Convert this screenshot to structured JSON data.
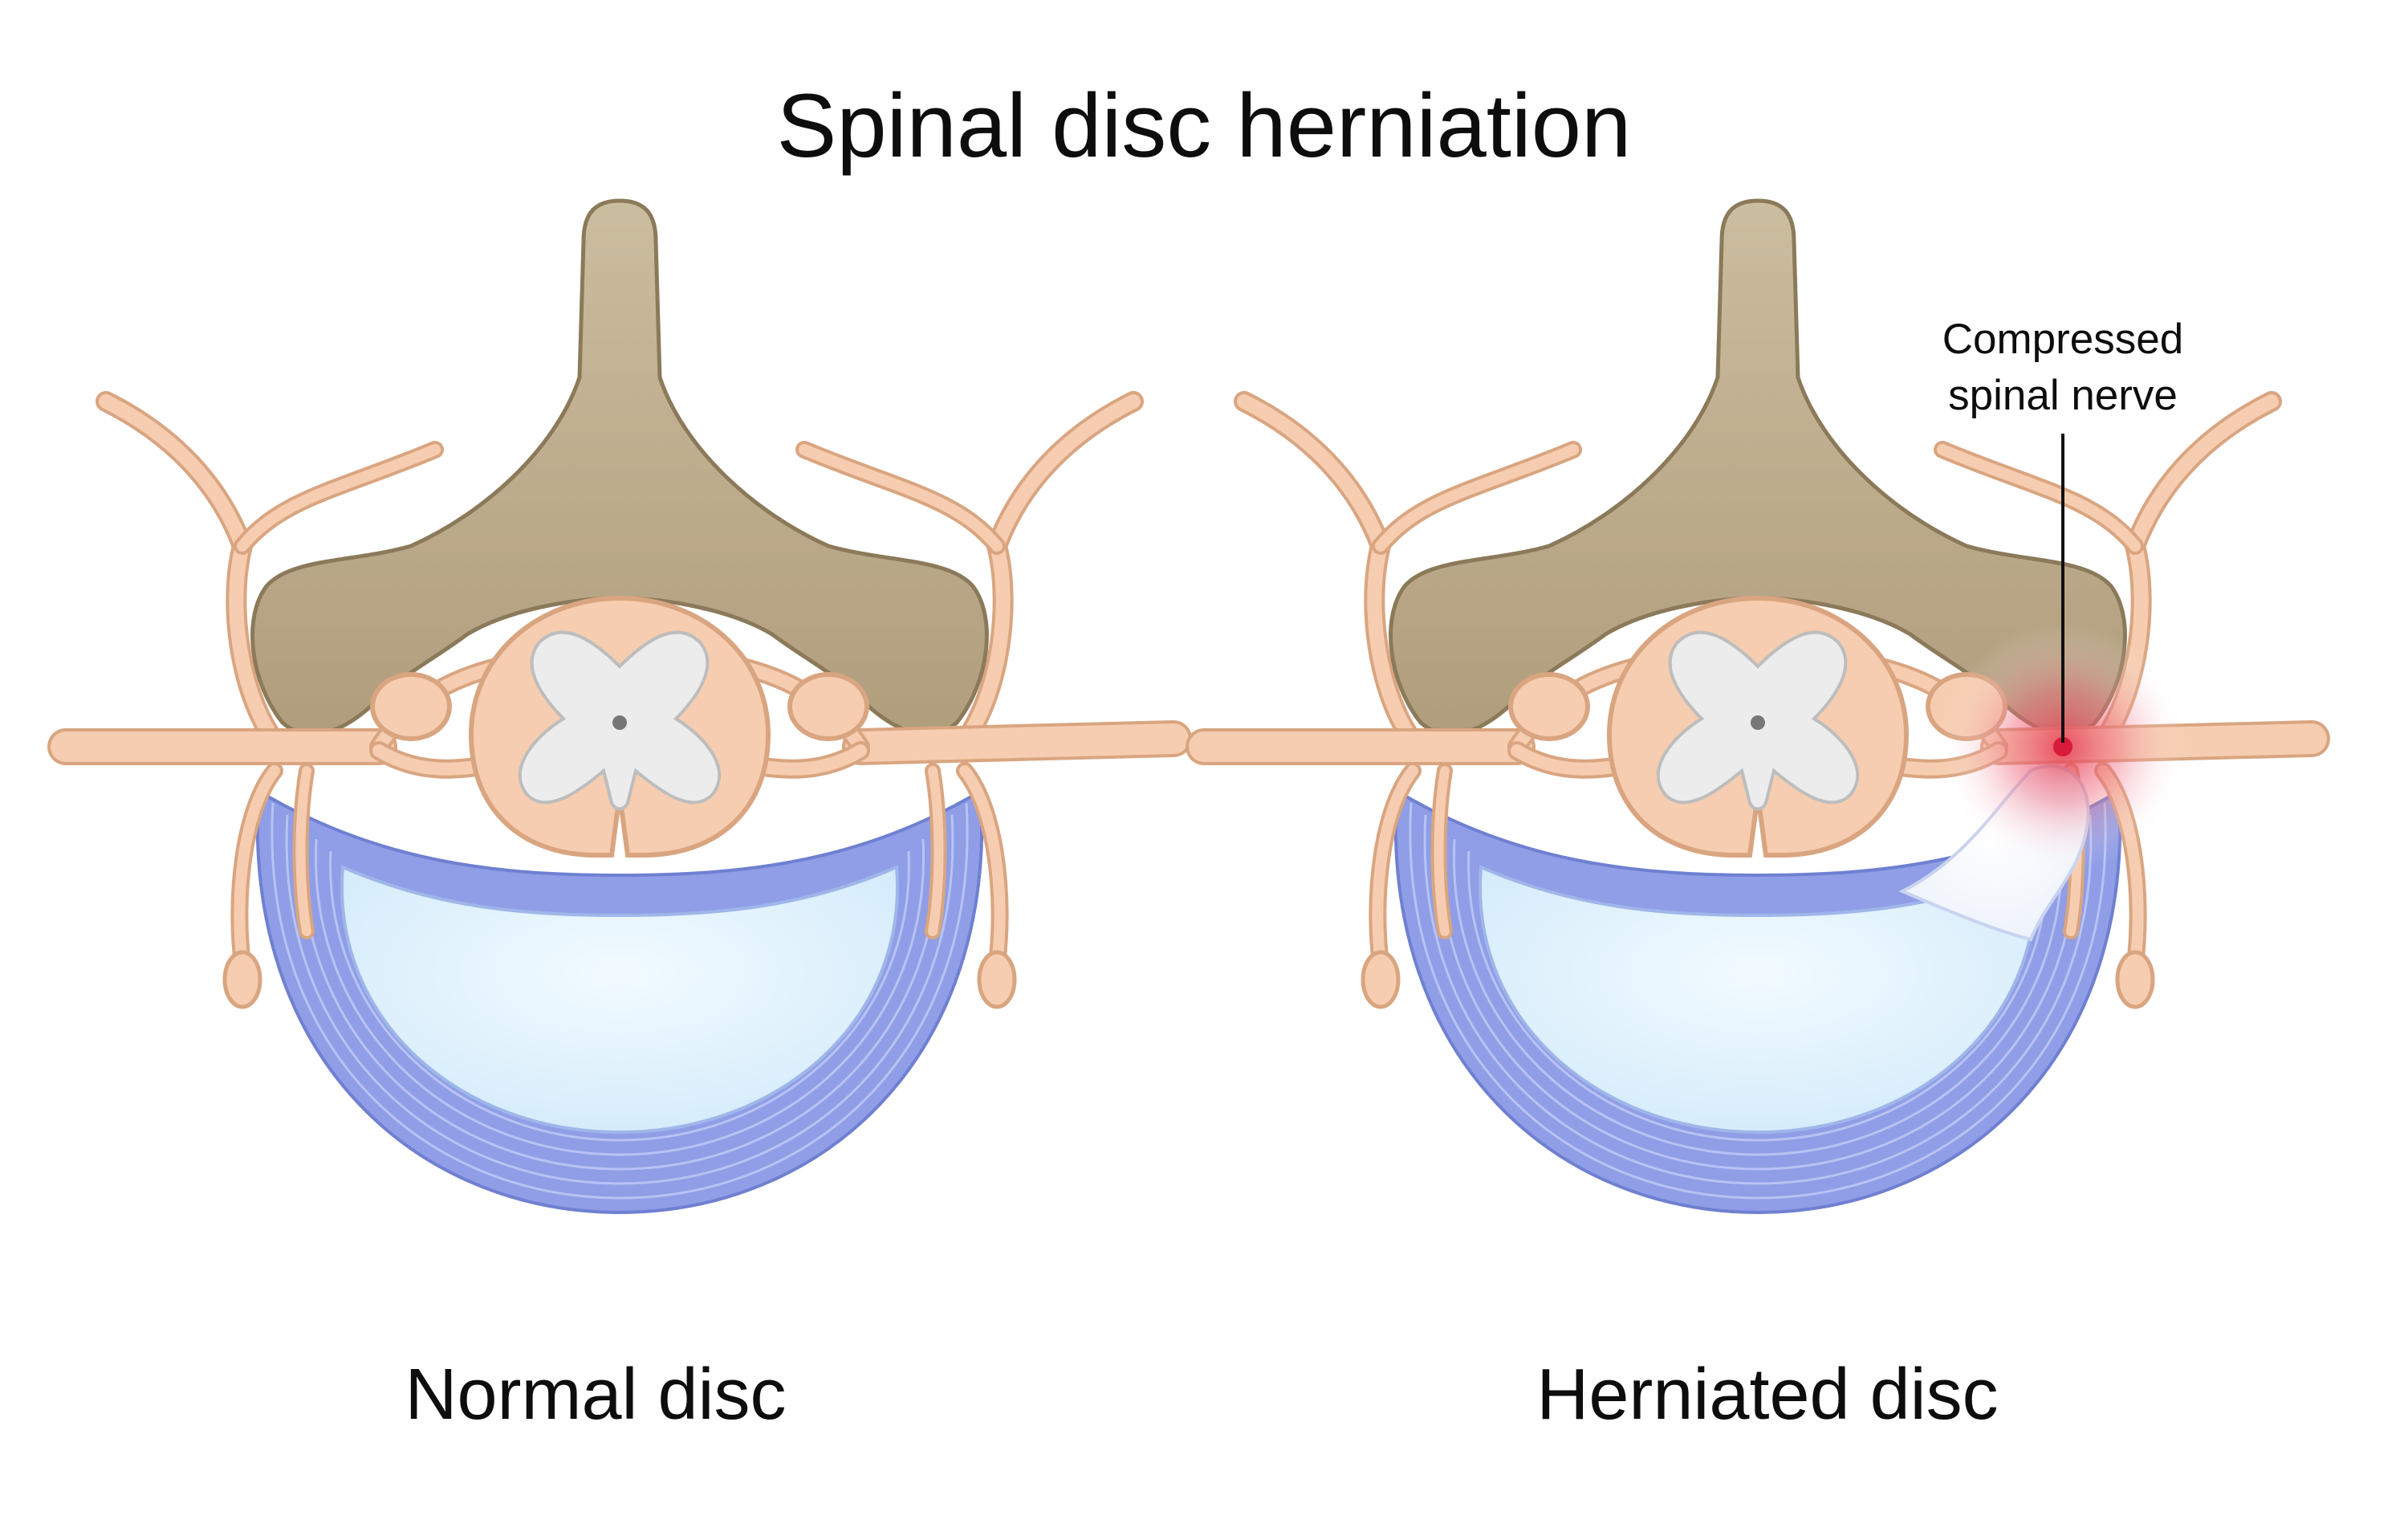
{
  "title": "Spinal disc herniation",
  "panels": [
    {
      "id": "normal",
      "label": "Normal disc"
    },
    {
      "id": "herniated",
      "label": "Herniated disc"
    }
  ],
  "annotation": {
    "line1": "Compressed",
    "line2": "spinal nerve"
  },
  "colors": {
    "bone": "#bba98a",
    "bone_dark": "#8b7a5a",
    "nerve": "#f6cdb0",
    "nerve_stroke": "#d9a580",
    "grey_matter": "#ececec",
    "annulus": "#8f9ee6",
    "annulus_line": "#b8c3f3",
    "nucleus": "#e6f6fc",
    "inflammation": "#e53950"
  }
}
